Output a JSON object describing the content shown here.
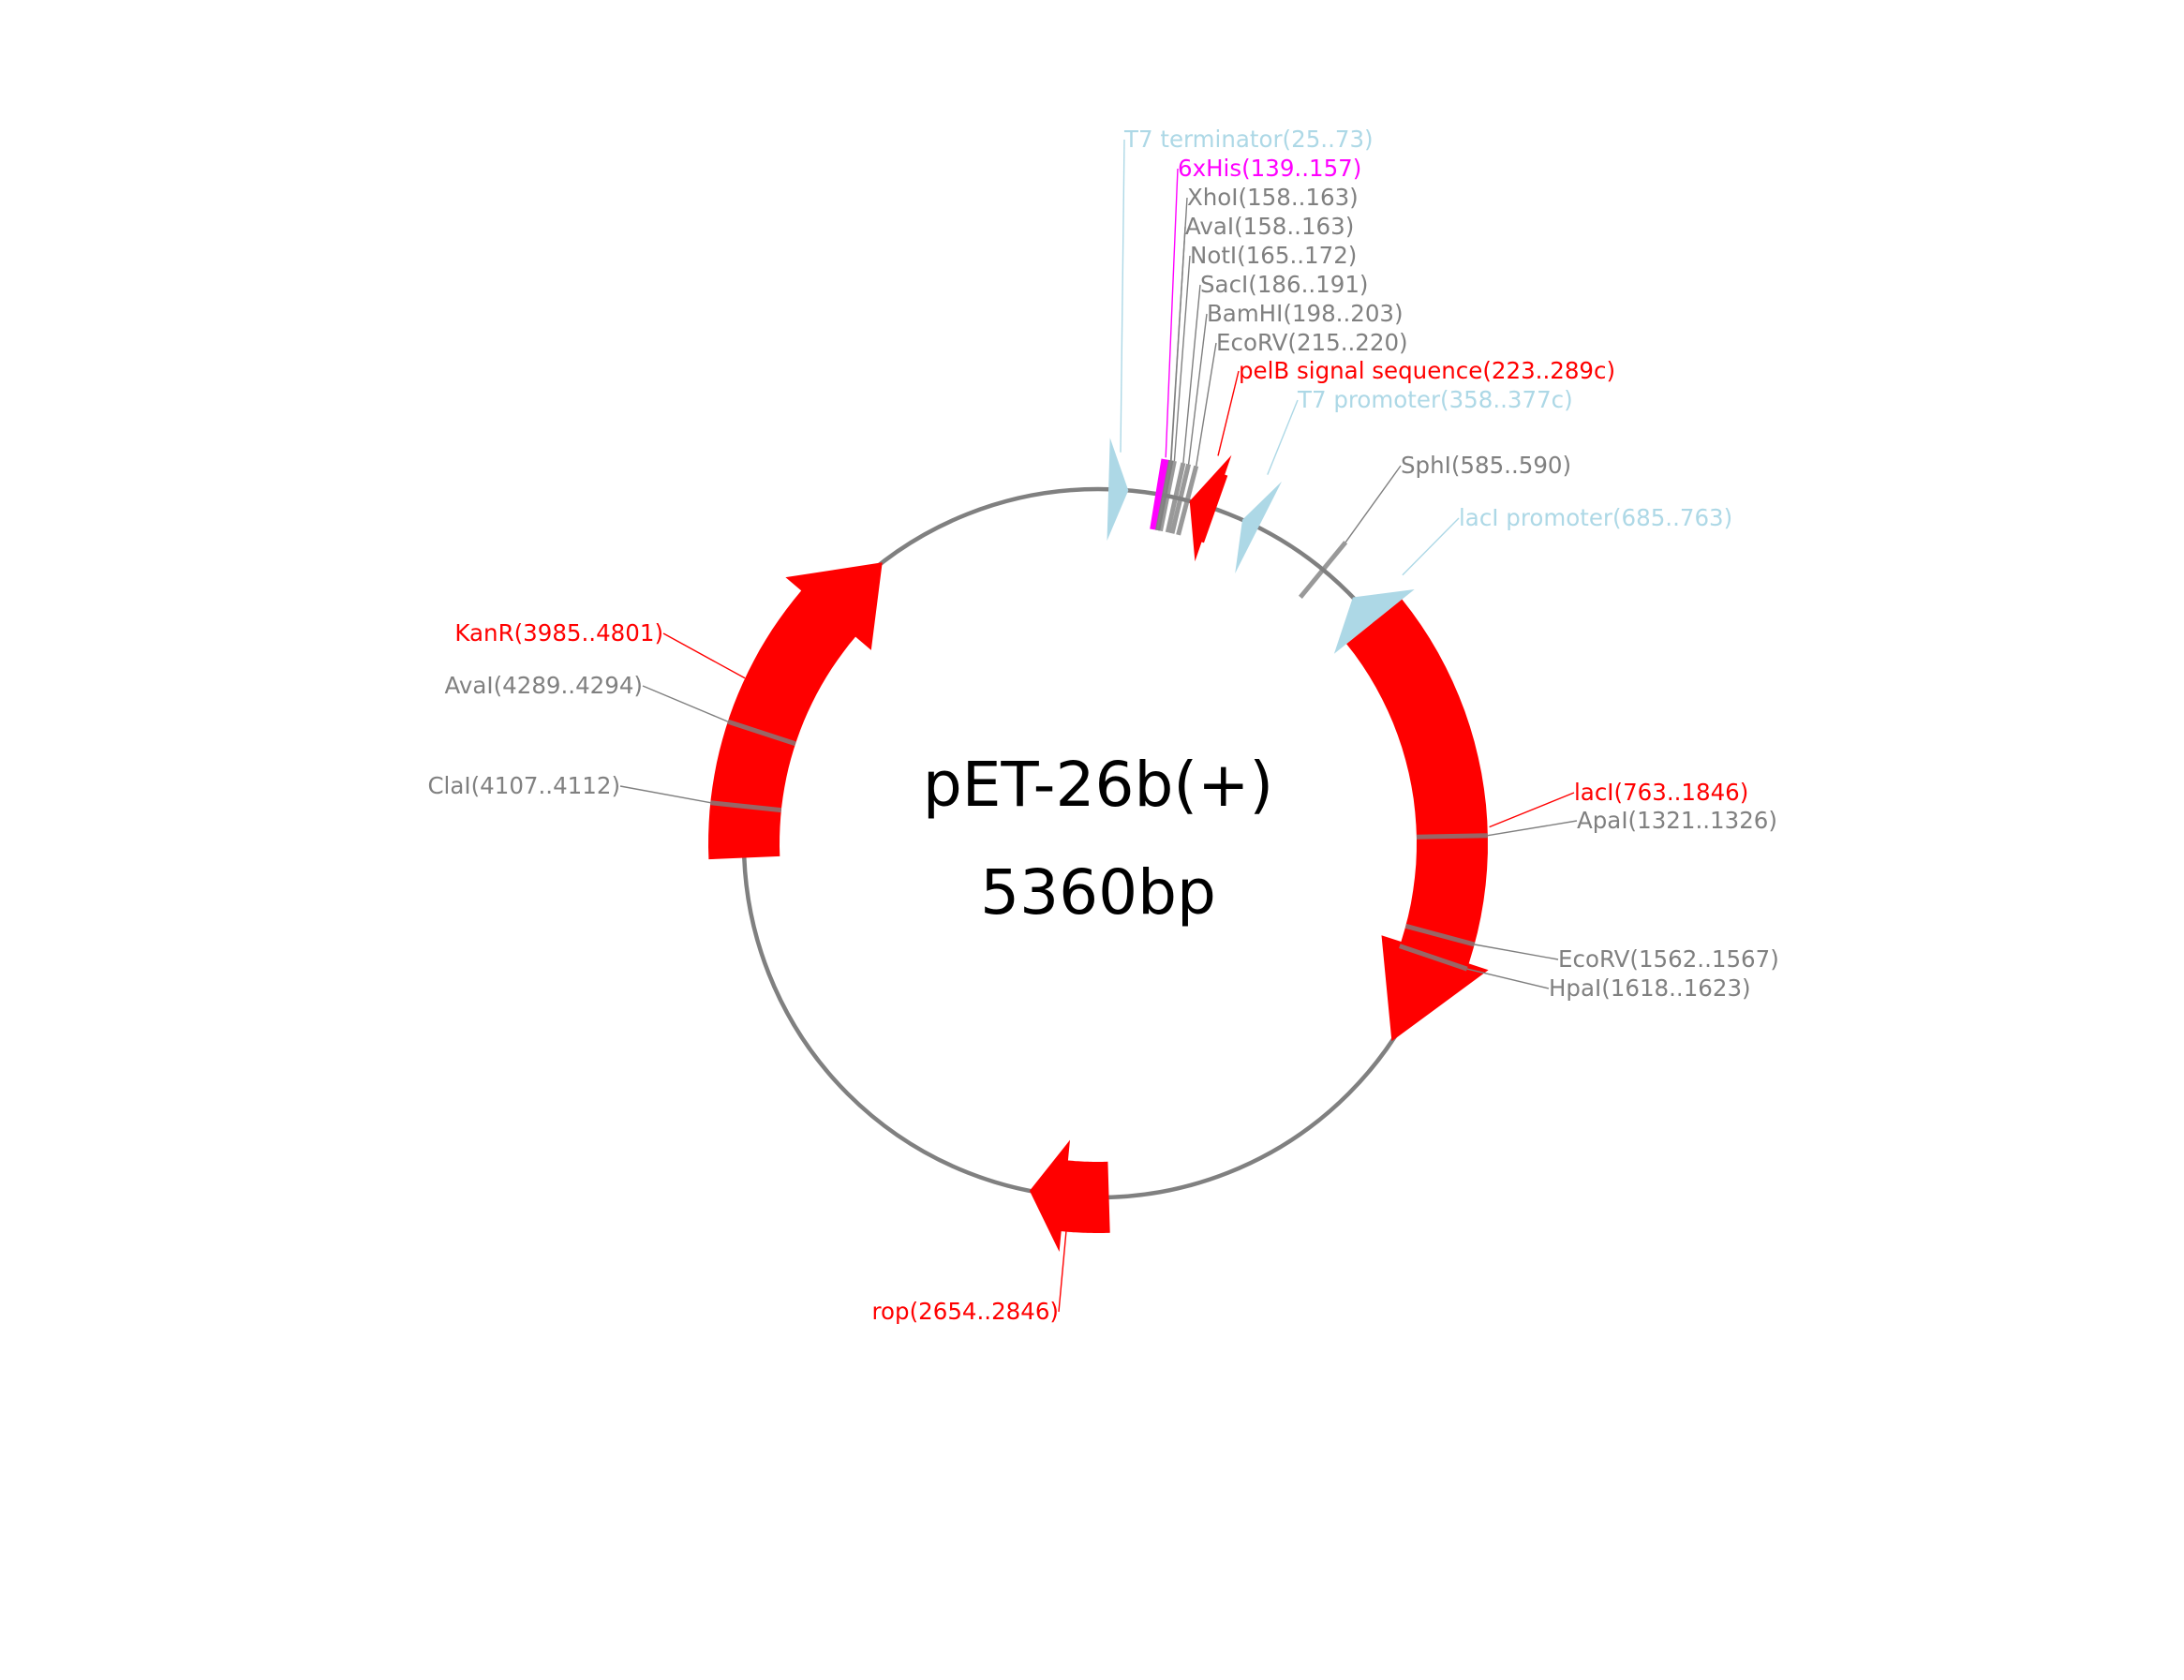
{
  "plasmid": {
    "name": "pET-26b(+)",
    "size_label": "5360bp",
    "length_bp": 5360,
    "backbone_color": "#808080"
  },
  "colors": {
    "cds": "#ff0000",
    "promoter_terminator": "#add8e6",
    "tag": "#ff00ff",
    "restriction_site": "#808080"
  },
  "features": [
    {
      "id": "t7-terminator",
      "kind": "terminator",
      "label": "T7 terminator(25..73)",
      "start": 25,
      "end": 73,
      "strand": 1,
      "color": "#add8e6"
    },
    {
      "id": "6xhis",
      "kind": "tag",
      "label": "6xHis(139..157)",
      "start": 139,
      "end": 157,
      "strand": 0,
      "color": "#ff00ff"
    },
    {
      "id": "pelb",
      "kind": "cds",
      "label": "pelB signal sequence(223..289c)",
      "start": 223,
      "end": 289,
      "strand": -1,
      "color": "#ff0000"
    },
    {
      "id": "t7-promoter",
      "kind": "promoter",
      "label": "T7 promoter(358..377c)",
      "start": 358,
      "end": 377,
      "strand": -1,
      "color": "#add8e6"
    },
    {
      "id": "laci-promoter",
      "kind": "promoter",
      "label": "lacI promoter(685..763)",
      "start": 685,
      "end": 763,
      "strand": -1,
      "color": "#add8e6"
    },
    {
      "id": "laci",
      "kind": "cds",
      "label": "lacI(763..1846)",
      "start": 763,
      "end": 1846,
      "strand": 1,
      "color": "#ff0000"
    },
    {
      "id": "rop",
      "kind": "cds",
      "label": "rop(2654..2846)",
      "start": 2654,
      "end": 2846,
      "strand": 1,
      "color": "#ff0000"
    },
    {
      "id": "kanr",
      "kind": "cds",
      "label": "KanR(3985..4801)",
      "start": 3985,
      "end": 4801,
      "strand": 1,
      "color": "#ff0000"
    }
  ],
  "sites": [
    {
      "id": "xhoi",
      "label": "XhoI(158..163)",
      "pos": 160
    },
    {
      "id": "avai-158",
      "label": "AvaI(158..163)",
      "pos": 161
    },
    {
      "id": "noti",
      "label": "NotI(165..172)",
      "pos": 168
    },
    {
      "id": "saci",
      "label": "SacI(186..191)",
      "pos": 188
    },
    {
      "id": "bamhi",
      "label": "BamHI(198..203)",
      "pos": 200
    },
    {
      "id": "ecorv-215",
      "label": "EcoRV(215..220)",
      "pos": 217
    },
    {
      "id": "sphi",
      "label": "SphI(585..590)",
      "pos": 587
    },
    {
      "id": "apai",
      "label": "ApaI(1321..1326)",
      "pos": 1323
    },
    {
      "id": "ecorv-1562",
      "label": "EcoRV(1562..1567)",
      "pos": 1564
    },
    {
      "id": "hpai",
      "label": "HpaI(1618..1623)",
      "pos": 1620
    },
    {
      "id": "clai",
      "label": "ClaI(4107..4112)",
      "pos": 4109
    },
    {
      "id": "avai-4289",
      "label": "AvaI(4289..4294)",
      "pos": 4291
    }
  ]
}
